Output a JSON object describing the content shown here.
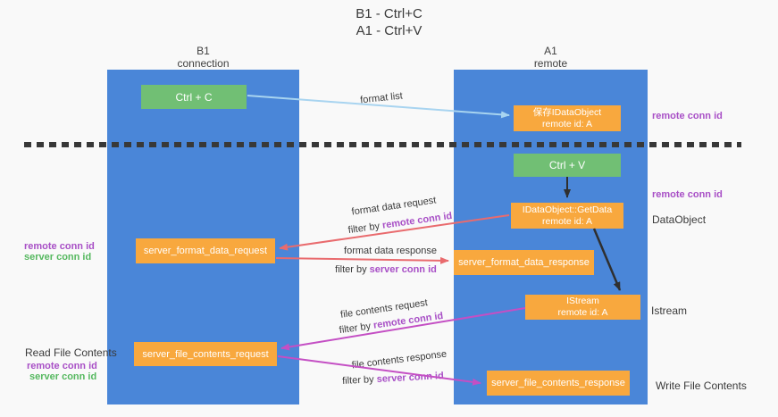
{
  "title": {
    "line1": "B1 - Ctrl+C",
    "line2": "A1 - Ctrl+V"
  },
  "columns": {
    "b1": {
      "name": "B1",
      "subtitle": "connection"
    },
    "a1": {
      "name": "A1",
      "subtitle": "remote"
    }
  },
  "boxes": {
    "ctrl_c": {
      "label": "Ctrl + C"
    },
    "save_dataobject": {
      "line1": "保存IDataObject",
      "line2": "remote id: A"
    },
    "ctrl_v": {
      "label": "Ctrl + V"
    },
    "getdata": {
      "line1": "IDataObject::GetData",
      "line2": "remote id: A"
    },
    "format_request": {
      "label": "server_format_data_request"
    },
    "format_response": {
      "label": "server_format_data_response"
    },
    "istream": {
      "line1": "IStream",
      "line2": "remote id: A"
    },
    "file_request": {
      "label": "server_file_contents_request"
    },
    "file_response": {
      "label": "server_file_contents_response"
    }
  },
  "side_labels": {
    "remote_conn_top": "remote conn id",
    "remote_conn_mid": "remote conn id",
    "dataobject": "DataObject",
    "istream": "Istream",
    "write_file_contents": "Write File Contents",
    "read_file_contents": "Read File Contents",
    "b1_remote_conn": "remote conn id",
    "b1_server_conn": "server conn id",
    "b1_remote_conn_2": "remote conn id",
    "b1_server_conn_2": "server conn id"
  },
  "arrow_labels": {
    "format_list": "format list",
    "format_data_request": "format data request",
    "format_data_request_filter": {
      "prefix": "filter by ",
      "key": "remote conn id"
    },
    "format_data_response": "format data response",
    "format_data_response_filter": {
      "prefix": "filter by ",
      "key": "server conn id"
    },
    "file_contents_request": "file contents request",
    "file_contents_request_filter": {
      "prefix": "filter by ",
      "key": "remote conn id"
    },
    "file_contents_response": "file contents response",
    "file_contents_response_filter": {
      "prefix": "filter by ",
      "key": "server conn id"
    }
  },
  "colors": {
    "column_blue": "#4a86d8",
    "box_green": "#71bf74",
    "box_orange": "#f8a83e",
    "arrow_red": "#e96b6e",
    "arrow_magenta": "#c44fc4",
    "arrow_light_blue": "#a8d4f0",
    "filter_key_purple": "#a84fc6",
    "server_conn_green": "#55b85f",
    "dashed_line": "#383838"
  }
}
